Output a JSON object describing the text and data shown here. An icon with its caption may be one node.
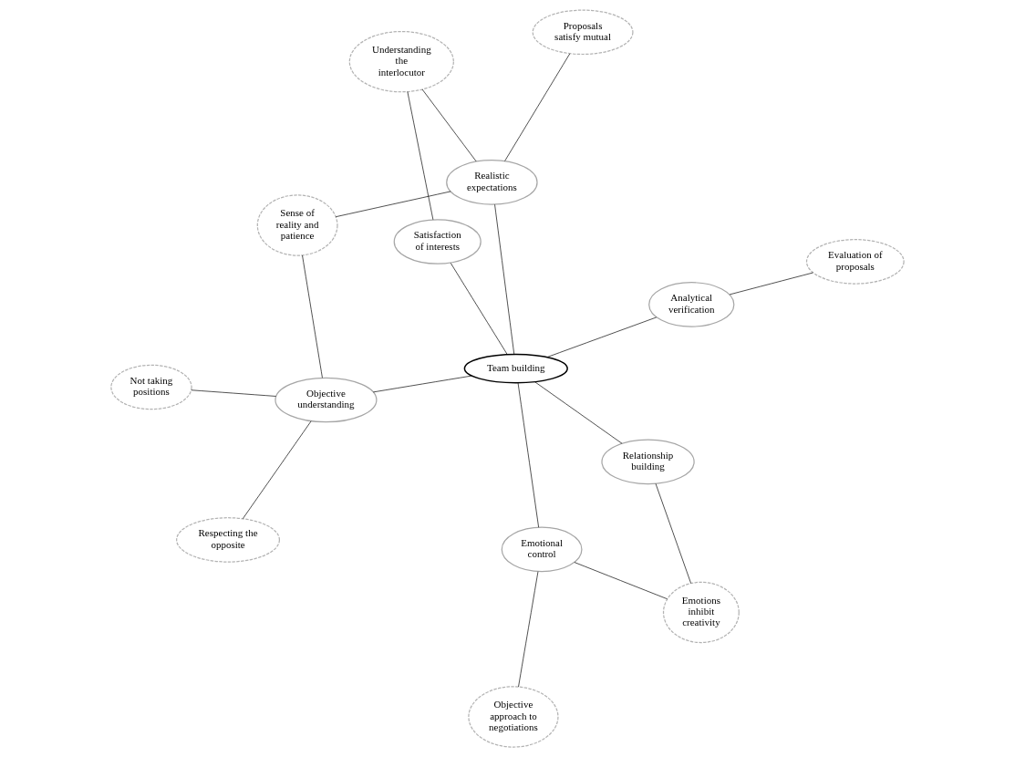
{
  "diagram": {
    "nodes": [
      {
        "text": [
          "Team building"
        ]
      },
      {
        "text": [
          "Objective understanding"
        ]
      },
      {
        "text": [
          "Realistic expectations"
        ]
      },
      {
        "text": [
          "Satisfaction of interests"
        ]
      },
      {
        "text": [
          "Analytical verification"
        ]
      },
      {
        "text": [
          "Emotional control"
        ]
      },
      {
        "text": [
          "Relationship building"
        ]
      },
      {
        "text": [
          "Not taking positions"
        ]
      },
      {
        "text": [
          "Sense of reality and patience"
        ]
      },
      {
        "text": [
          "Respecting the opposite"
        ]
      },
      {
        "text": [
          "Proposals satisfy mutual"
        ]
      },
      {
        "text": [
          "Understanding the interlocutor"
        ]
      },
      {
        "text": [
          "Emotions inhibit creativity"
        ]
      },
      {
        "text": [
          "Evaluation of proposals"
        ]
      },
      {
        "text": [
          "Objective approach to negotiations"
        ]
      }
    ],
    "edges": [
      {
        "from": 0,
        "to": 1,
        "arrow": "none"
      },
      {
        "from": 0,
        "to": 2,
        "arrow": "none"
      },
      {
        "from": 0,
        "to": 3,
        "arrow": "none"
      },
      {
        "from": 0,
        "to": 4,
        "arrow": "none"
      },
      {
        "from": 0,
        "to": 5,
        "arrow": "none"
      },
      {
        "from": 0,
        "to": 6,
        "arrow": "none"
      },
      {
        "from": 1,
        "to": 7,
        "arrow": "none"
      },
      {
        "from": 1,
        "to": 8,
        "arrow": "none"
      },
      {
        "from": 1,
        "to": 9,
        "arrow": "none"
      },
      {
        "from": 2,
        "to": 8,
        "arrow": "none"
      },
      {
        "from": 2,
        "to": 10,
        "arrow": "none"
      },
      {
        "from": 2,
        "to": 11,
        "arrow": "none"
      },
      {
        "from": 3,
        "to": 11,
        "arrow": "none"
      },
      {
        "from": 6,
        "to": 12,
        "arrow": "none"
      },
      {
        "from": 5,
        "to": 12,
        "arrow": "none"
      },
      {
        "from": 5,
        "to": 14,
        "arrow": "none"
      },
      {
        "from": 4,
        "to": 13,
        "arrow": "none"
      }
    ]
  }
}
